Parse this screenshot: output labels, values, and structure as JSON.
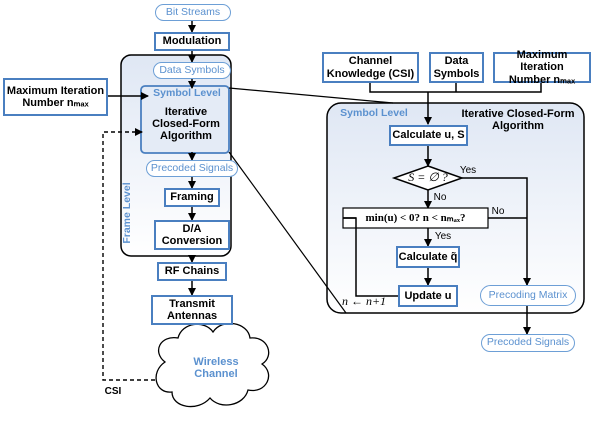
{
  "left": {
    "bit_streams": "Bit Streams",
    "modulation": "Modulation",
    "data_symbols": "Data Symbols",
    "symbol_level": "Symbol Level",
    "iterative_algo": "Iterative\nClosed-Form\nAlgorithm",
    "precoded_signals": "Precoded Signals",
    "frame_level": "Frame Level",
    "framing": "Framing",
    "da_conversion": "D/A\nConversion",
    "rf_chains": "RF Chains",
    "transmit_antennas": "Transmit\nAntennas",
    "wireless_channel": "Wireless\nChannel",
    "csi": "CSI",
    "max_iter": "Maximum Iteration\nNumber nₘₐₓ"
  },
  "right": {
    "channel_knowledge": "Channel\nKnowledge (CSI)",
    "data_symbols": "Data\nSymbols",
    "max_iter": "Maximum Iteration\nNumber nₘₐₓ",
    "symbol_level": "Symbol Level",
    "title": "Iterative Closed-Form\nAlgorithm",
    "calculate_us": "Calculate u, S",
    "decision_empty": "S = ∅ ?",
    "yes1": "Yes",
    "no1": "No",
    "decision_min": "min(u) < 0?  n < nₘₐₓ?",
    "no2": "No",
    "yes2": "Yes",
    "calculate_q": "Calculate q̃",
    "update_u": "Update u",
    "n_increment": "n ← n+1",
    "precoding_matrix": "Precoding Matrix",
    "precoded_signals": "Precoded Signals"
  },
  "colors": {
    "box_border": "#4a7fc0",
    "pill_text": "#5b91cf",
    "panel_fill": "#e9eef7"
  }
}
